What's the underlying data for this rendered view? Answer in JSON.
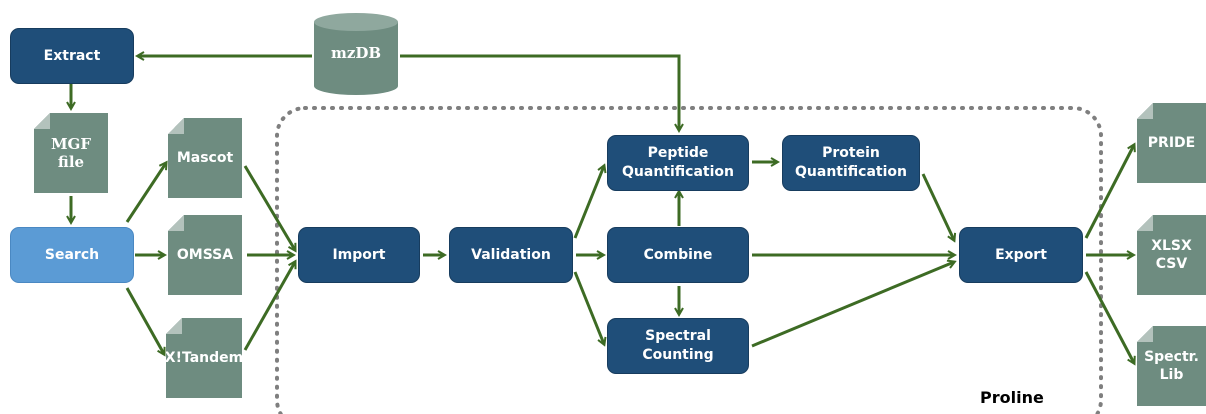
{
  "nodes": {
    "extract": "Extract",
    "mzdb": "mzDB",
    "mgf_file": "MGF file",
    "search": "Search",
    "mascot": "Mascot",
    "omssa": "OMSSA",
    "xtandem": "X!Tandem",
    "import": "Import",
    "validation": "Validation",
    "combine": "Combine",
    "peptide_quant": "Peptide Quantification",
    "protein_quant": "Protein Quantification",
    "spectral_counting": "Spectral Counting",
    "export": "Export",
    "pride": "PRIDE",
    "xlsx_csv": "XLSX CSV",
    "spectr_lib": "Spectr. Lib"
  },
  "region_label": "Proline",
  "colors": {
    "process_box": "#1f4e79",
    "search_box": "#5b9bd5",
    "file_shape": "#6e8c80",
    "arrow": "#3d6b24",
    "boundary": "#7f7f7f"
  }
}
